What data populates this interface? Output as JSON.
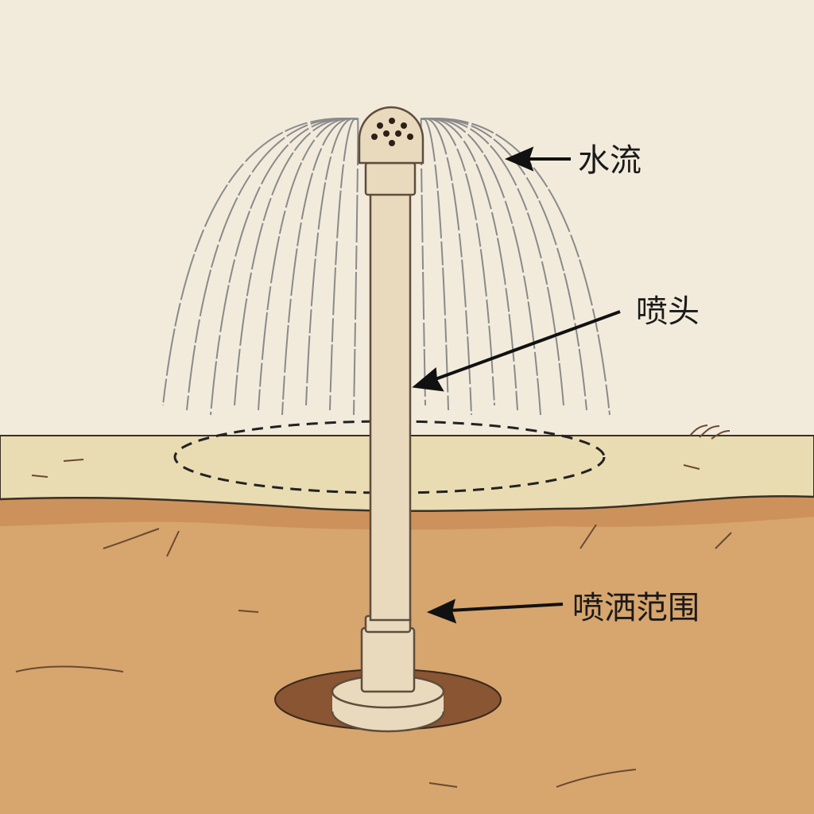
{
  "labels": {
    "water_flow": "水流",
    "nozzle": "喷头",
    "spray_range": "喷洒范围"
  },
  "colors": {
    "sky": "#f2ebdc",
    "grass": "#e9dcb2",
    "soil": "#d7a56e",
    "soil_edge": "#c68550",
    "pipe": "#e9d9bd",
    "outline": "#5e4d3d",
    "water": "#8a8a8a"
  }
}
